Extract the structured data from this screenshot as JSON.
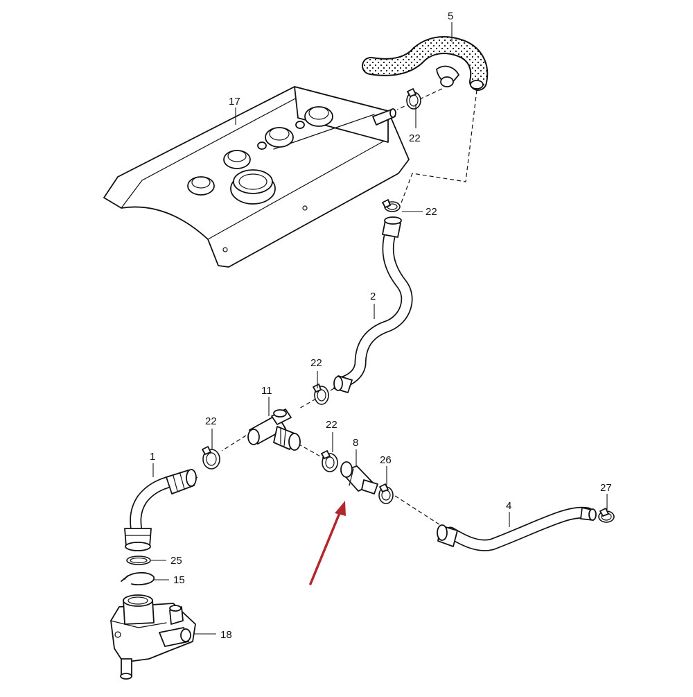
{
  "labels": {
    "p1": "1",
    "p2": "2",
    "p4": "4",
    "p5": "5",
    "p8": "8",
    "p11": "11",
    "p15": "15",
    "p17": "17",
    "p18": "18",
    "p22a": "22",
    "p22b": "22",
    "p22c": "22",
    "p22d": "22",
    "p22e": "22",
    "p25": "25",
    "p26": "26",
    "p27": "27"
  },
  "colors": {
    "line": "#111111",
    "arrow": "#b0282c",
    "background": "#ffffff"
  }
}
